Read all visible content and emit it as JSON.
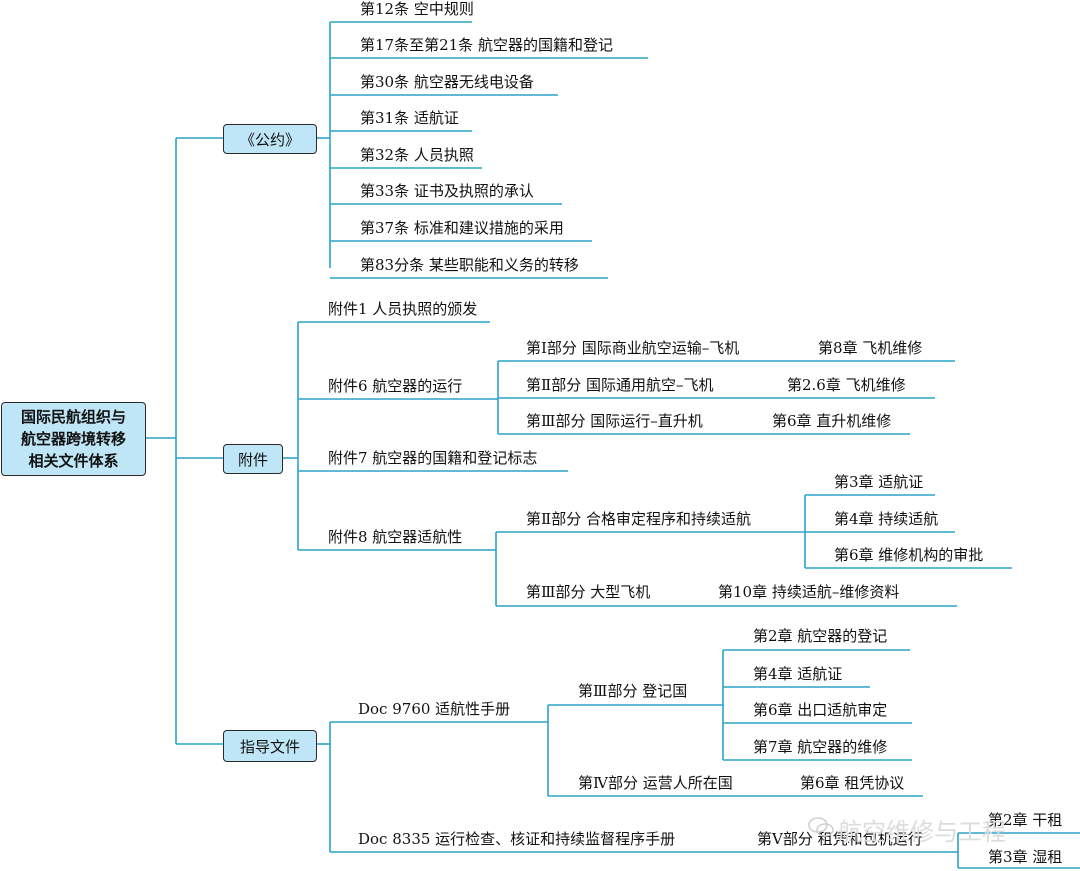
{
  "root": {
    "title": "国际民航组织与航空器跨境转移相关文件体系",
    "line1": "国际民航组织与",
    "line2": "航空器跨境转移",
    "line3": "相关文件体系"
  },
  "convention": {
    "label": "《公约》",
    "articles": [
      "第12条 空中规则",
      "第17条至第21条 航空器的国籍和登记",
      "第30条 航空器无线电设备",
      "第31条 适航证",
      "第32条 人员执照",
      "第33条 证书及执照的承认",
      "第37条 标准和建议措施的采用",
      "第83分条 某些职能和义务的转移"
    ]
  },
  "annexes": {
    "label": "附件",
    "annex1": "附件1 人员执照的颁发",
    "annex6": {
      "label": "附件6 航空器的运行",
      "parts": [
        {
          "part": "第Ⅰ部分 国际商业航空运输–飞机",
          "chapter": "第8章 飞机维修"
        },
        {
          "part": "第Ⅱ部分 国际通用航空–飞机",
          "chapter": "第2.6章 飞机维修"
        },
        {
          "part": "第Ⅲ部分 国际运行–直升机",
          "chapter": "第6章 直升机维修"
        }
      ]
    },
    "annex7": "附件7 航空器的国籍和登记标志",
    "annex8": {
      "label": "附件8 航空器适航性",
      "part2": "第Ⅱ部分 合格审定程序和持续适航",
      "part2_chapters": [
        "第3章 适航证",
        "第4章 持续适航",
        "第6章 维修机构的审批"
      ],
      "part3": "第Ⅲ部分 大型飞机",
      "part3_chapter": "第10章 持续适航–维修资料"
    }
  },
  "guidance": {
    "label": "指导文件",
    "doc9760": {
      "label": "Doc 9760 适航性手册",
      "part3": "第Ⅲ部分 登记国",
      "part3_chapters": [
        "第2章 航空器的登记",
        "第4章 适航证",
        "第6章 出口适航审定",
        "第7章 航空器的维修"
      ],
      "part4": "第Ⅳ部分 运营人所在国",
      "part4_chapter": "第6章 租凭协议"
    },
    "doc8335": {
      "label": "Doc 8335 运行检查、核证和持续监督程序手册",
      "part5": "第Ⅴ部分 租凭和包机运行",
      "chapters": [
        "第2章 干租",
        "第3章 湿租"
      ]
    }
  },
  "watermark": "航空维修与工程",
  "colors": {
    "line": "#2aa3c9",
    "box_fill": "#bfe6f7",
    "box_border": "#2a2a2a",
    "text": "#111111"
  }
}
